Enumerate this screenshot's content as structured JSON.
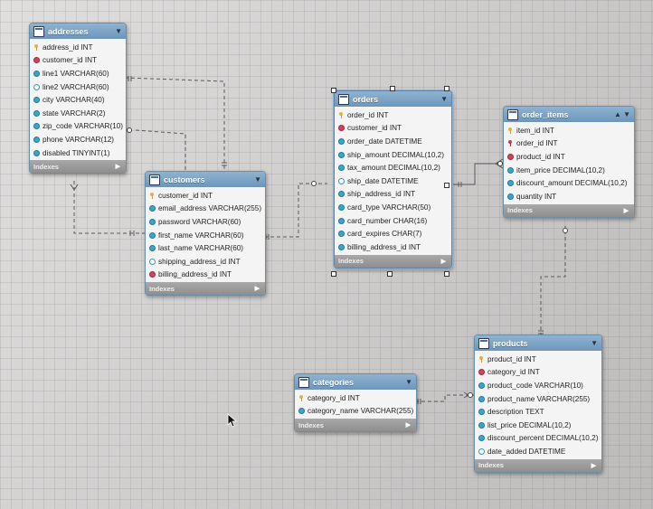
{
  "footer_label": "Indexes",
  "tables": {
    "addresses": {
      "name": "addresses",
      "columns": [
        {
          "icon": "pk",
          "text": "address_id INT"
        },
        {
          "icon": "fk",
          "text": "customer_id INT"
        },
        {
          "icon": "nn",
          "text": "line1 VARCHAR(60)"
        },
        {
          "icon": "col",
          "text": "line2 VARCHAR(60)"
        },
        {
          "icon": "nn",
          "text": "city VARCHAR(40)"
        },
        {
          "icon": "nn",
          "text": "state VARCHAR(2)"
        },
        {
          "icon": "nn",
          "text": "zip_code VARCHAR(10)"
        },
        {
          "icon": "nn",
          "text": "phone VARCHAR(12)"
        },
        {
          "icon": "nn",
          "text": "disabled TINYINT(1)"
        }
      ]
    },
    "customers": {
      "name": "customers",
      "columns": [
        {
          "icon": "pk",
          "text": "customer_id INT"
        },
        {
          "icon": "nn",
          "text": "email_address VARCHAR(255)"
        },
        {
          "icon": "nn",
          "text": "password VARCHAR(60)"
        },
        {
          "icon": "nn",
          "text": "first_name VARCHAR(60)"
        },
        {
          "icon": "nn",
          "text": "last_name VARCHAR(60)"
        },
        {
          "icon": "col",
          "text": "shipping_address_id INT"
        },
        {
          "icon": "fk",
          "text": "billing_address_id INT"
        }
      ]
    },
    "orders": {
      "name": "orders",
      "columns": [
        {
          "icon": "pk",
          "text": "order_id INT"
        },
        {
          "icon": "fk",
          "text": "customer_id INT"
        },
        {
          "icon": "nn",
          "text": "order_date DATETIME"
        },
        {
          "icon": "nn",
          "text": "ship_amount DECIMAL(10,2)"
        },
        {
          "icon": "nn",
          "text": "tax_amount DECIMAL(10,2)"
        },
        {
          "icon": "col",
          "text": "ship_date DATETIME"
        },
        {
          "icon": "nn",
          "text": "ship_address_id INT"
        },
        {
          "icon": "nn",
          "text": "card_type VARCHAR(50)"
        },
        {
          "icon": "nn",
          "text": "card_number CHAR(16)"
        },
        {
          "icon": "nn",
          "text": "card_expires CHAR(7)"
        },
        {
          "icon": "nn",
          "text": "billing_address_id INT"
        }
      ]
    },
    "order_items": {
      "name": "order_items",
      "columns": [
        {
          "icon": "pk",
          "text": "item_id INT"
        },
        {
          "icon": "fkpk",
          "text": "order_id INT"
        },
        {
          "icon": "fk",
          "text": "product_id INT"
        },
        {
          "icon": "nn",
          "text": "item_price DECIMAL(10,2)"
        },
        {
          "icon": "nn",
          "text": "discount_amount DECIMAL(10,2)"
        },
        {
          "icon": "nn",
          "text": "quantity INT"
        }
      ]
    },
    "products": {
      "name": "products",
      "columns": [
        {
          "icon": "pk",
          "text": "product_id INT"
        },
        {
          "icon": "fk",
          "text": "category_id INT"
        },
        {
          "icon": "nn",
          "text": "product_code VARCHAR(10)"
        },
        {
          "icon": "nn",
          "text": "product_name VARCHAR(255)"
        },
        {
          "icon": "nn",
          "text": "description TEXT"
        },
        {
          "icon": "nn",
          "text": "list_price DECIMAL(10,2)"
        },
        {
          "icon": "nn",
          "text": "discount_percent DECIMAL(10,2)"
        },
        {
          "icon": "col",
          "text": "date_added DATETIME"
        }
      ]
    },
    "categories": {
      "name": "categories",
      "columns": [
        {
          "icon": "pk",
          "text": "category_id INT"
        },
        {
          "icon": "nn",
          "text": "category_name VARCHAR(255)"
        }
      ]
    }
  },
  "relationships": [
    {
      "from": "addresses",
      "to": "customers"
    },
    {
      "from": "customers",
      "to": "addresses"
    },
    {
      "from": "customers",
      "to": "orders"
    },
    {
      "from": "orders",
      "to": "order_items"
    },
    {
      "from": "products",
      "to": "order_items"
    },
    {
      "from": "categories",
      "to": "products"
    }
  ]
}
